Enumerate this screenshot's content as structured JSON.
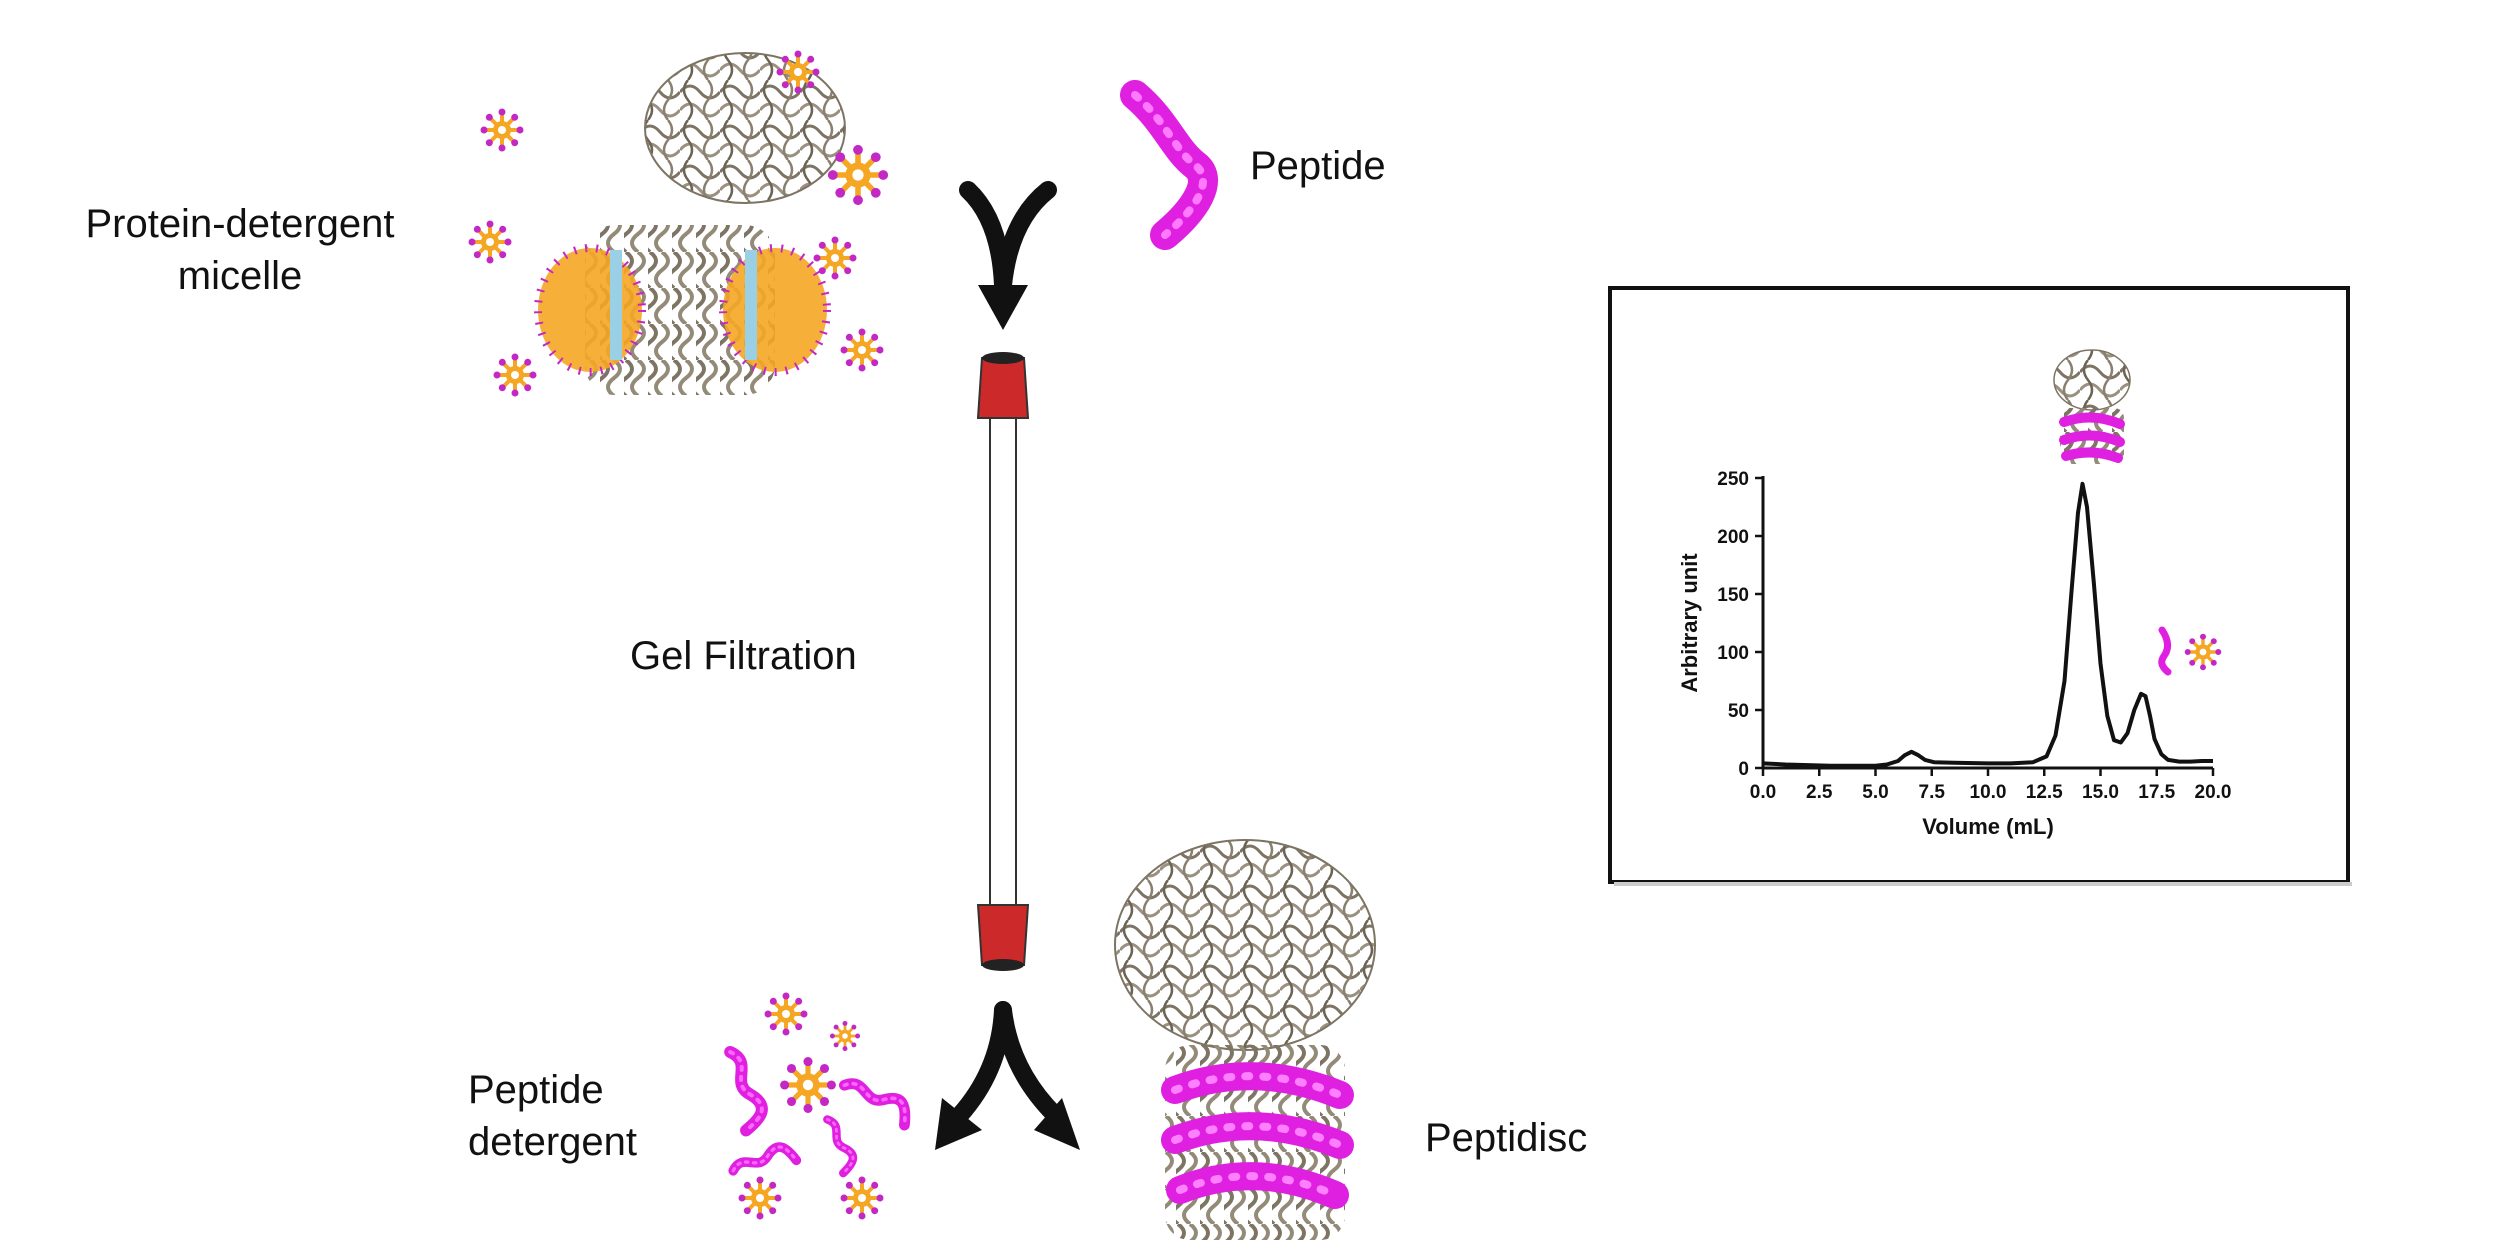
{
  "labels": {
    "protein_micelle": [
      "Protein-detergent",
      "micelle"
    ],
    "peptide": "Peptide",
    "gel_filtration": "Gel Filtration",
    "peptide_detergent": [
      "Peptide",
      "detergent"
    ],
    "peptidisc": "Peptidisc"
  },
  "colors": {
    "protein": "#7d7464",
    "peptide": "#e020e0",
    "detergent_tail": "#f5a623",
    "detergent_head": "#c428c4",
    "column_cap": "#cc2a2a",
    "arrow": "#111111"
  },
  "chart_data": {
    "type": "line",
    "xlabel": "Volume (mL)",
    "ylabel": "Arbitrary unit",
    "xlim": [
      0,
      20
    ],
    "ylim": [
      0,
      250
    ],
    "xticks": [
      "0.0",
      "2.5",
      "5.0",
      "7.5",
      "10.0",
      "12.5",
      "15.0",
      "17.5",
      "20.0"
    ],
    "yticks": [
      "0",
      "50",
      "100",
      "150",
      "200",
      "250"
    ],
    "series": [
      {
        "x": [
          0,
          1,
          2,
          3,
          4,
          5,
          5.5,
          6,
          6.3,
          6.6,
          6.9,
          7.2,
          7.6,
          8.5,
          10,
          11,
          12,
          12.6,
          13.0,
          13.4,
          13.7,
          14.0,
          14.2,
          14.4,
          14.7,
          15.0,
          15.3,
          15.6,
          15.9,
          16.2,
          16.5,
          16.8,
          17.0,
          17.2,
          17.4,
          17.7,
          18.0,
          18.5,
          19,
          19.5,
          20
        ],
        "y": [
          4,
          3,
          2.5,
          2,
          2,
          2,
          3,
          6,
          11,
          14,
          11,
          7,
          5,
          4.5,
          4,
          4,
          5,
          10,
          28,
          75,
          150,
          220,
          245,
          225,
          160,
          90,
          45,
          24,
          22,
          30,
          50,
          64,
          62,
          45,
          25,
          12,
          7,
          5.5,
          5.5,
          6,
          6
        ]
      }
    ]
  }
}
